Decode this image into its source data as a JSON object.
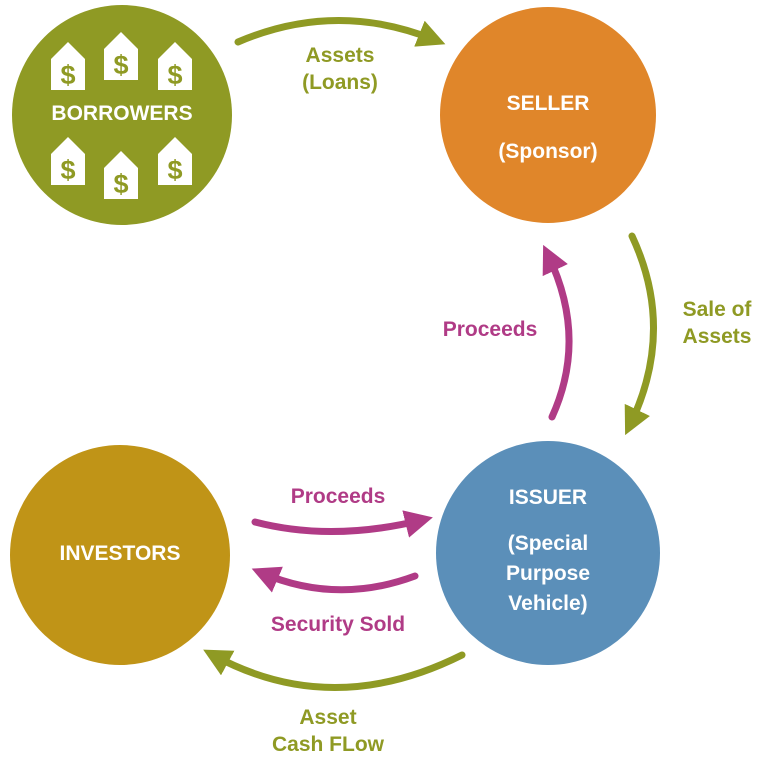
{
  "colors": {
    "borrowers": "#8f9a24",
    "seller": "#e0862a",
    "issuer": "#5b8fb9",
    "investors": "#c09417",
    "olive_arrow": "#8f9a24",
    "magenta_arrow": "#b03b86"
  },
  "nodes": {
    "borrowers": {
      "title": "BORROWERS",
      "icon": "house-dollar-icon"
    },
    "seller": {
      "title": "SELLER",
      "subtitle": "(Sponsor)"
    },
    "issuer": {
      "title": "ISSUER",
      "subtitle_lines": [
        "(Special",
        "Purpose",
        "Vehicle)"
      ]
    },
    "investors": {
      "title": "INVESTORS"
    }
  },
  "flows": {
    "assets_loans": [
      "Assets",
      "(Loans)"
    ],
    "sale_of_assets": [
      "Sale of",
      "Assets"
    ],
    "proceeds_to_seller": "Proceeds",
    "proceeds_to_issuer": "Proceeds",
    "security_sold": "Security Sold",
    "asset_cash_flow": [
      "Asset",
      "Cash FLow"
    ]
  }
}
